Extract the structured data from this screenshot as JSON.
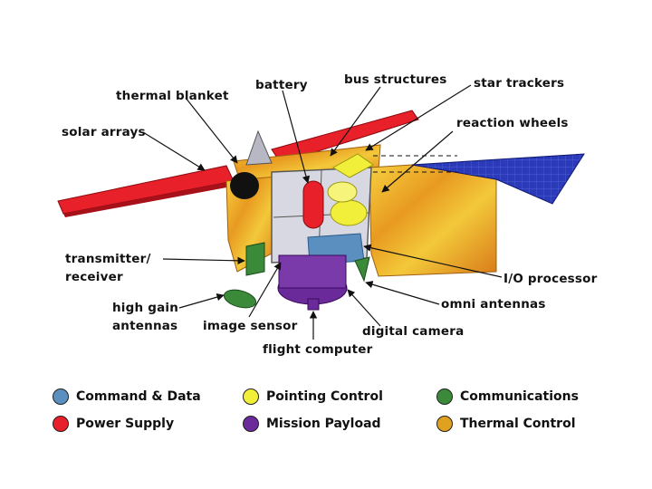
{
  "labels": {
    "thermal_blanket": "thermal blanket",
    "battery": "battery",
    "bus_structures": "bus structures",
    "star_trackers": "star trackers",
    "solar_arrays": "solar arrays",
    "reaction_wheels": "reaction wheels",
    "transmitter_line1": "transmitter/",
    "transmitter_line2": "receiver",
    "io_processor": "I/O processor",
    "high_gain_line1": "high gain",
    "high_gain_line2": "antennas",
    "image_sensor": "image sensor",
    "omni_antennas": "omni antennas",
    "digital_camera": "digital camera",
    "flight_computer": "flight computer"
  },
  "legend": [
    {
      "label": "Command & Data",
      "color": "#5a8fc0"
    },
    {
      "label": "Pointing Control",
      "color": "#f2ef3a"
    },
    {
      "label": "Communications",
      "color": "#3a8a3a"
    },
    {
      "label": "Power Supply",
      "color": "#e8202a"
    },
    {
      "label": "Mission Payload",
      "color": "#6a2a9a"
    },
    {
      "label": "Thermal Control",
      "color": "#e0a020"
    }
  ]
}
